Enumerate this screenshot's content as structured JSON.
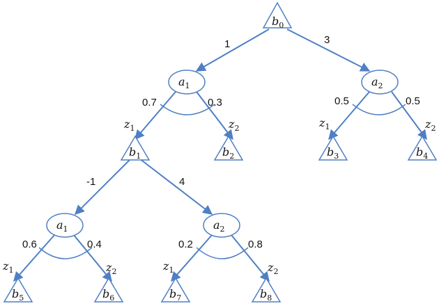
{
  "accent_color": "#4f7fc4",
  "nodes": {
    "b0": {
      "label": "b",
      "sub": "0"
    },
    "a1_top": {
      "label": "a",
      "sub": "1"
    },
    "a2_top": {
      "label": "a",
      "sub": "2"
    },
    "b1": {
      "label": "b",
      "sub": "1"
    },
    "b2": {
      "label": "b",
      "sub": "2"
    },
    "b3": {
      "label": "b",
      "sub": "3"
    },
    "b4": {
      "label": "b",
      "sub": "4"
    },
    "a1_low": {
      "label": "a",
      "sub": "1"
    },
    "a2_low": {
      "label": "a",
      "sub": "2"
    },
    "b5": {
      "label": "b",
      "sub": "5"
    },
    "b6": {
      "label": "b",
      "sub": "6"
    },
    "b7": {
      "label": "b",
      "sub": "7"
    },
    "b8": {
      "label": "b",
      "sub": "8"
    }
  },
  "rewards": {
    "b0_a1": "1",
    "b0_a2": "3",
    "b1_a1": "-1",
    "b1_a2": "4"
  },
  "probs": {
    "a1_top_z1": "0.7",
    "a1_top_z2": "0.3",
    "a2_top_z1": "0.5",
    "a2_top_z2": "0.5",
    "a1_low_z1": "0.6",
    "a1_low_z2": "0.4",
    "a2_low_z1": "0.2",
    "a2_low_z2": "0.8"
  },
  "obs": {
    "z": "z",
    "one": "1",
    "two": "2"
  }
}
